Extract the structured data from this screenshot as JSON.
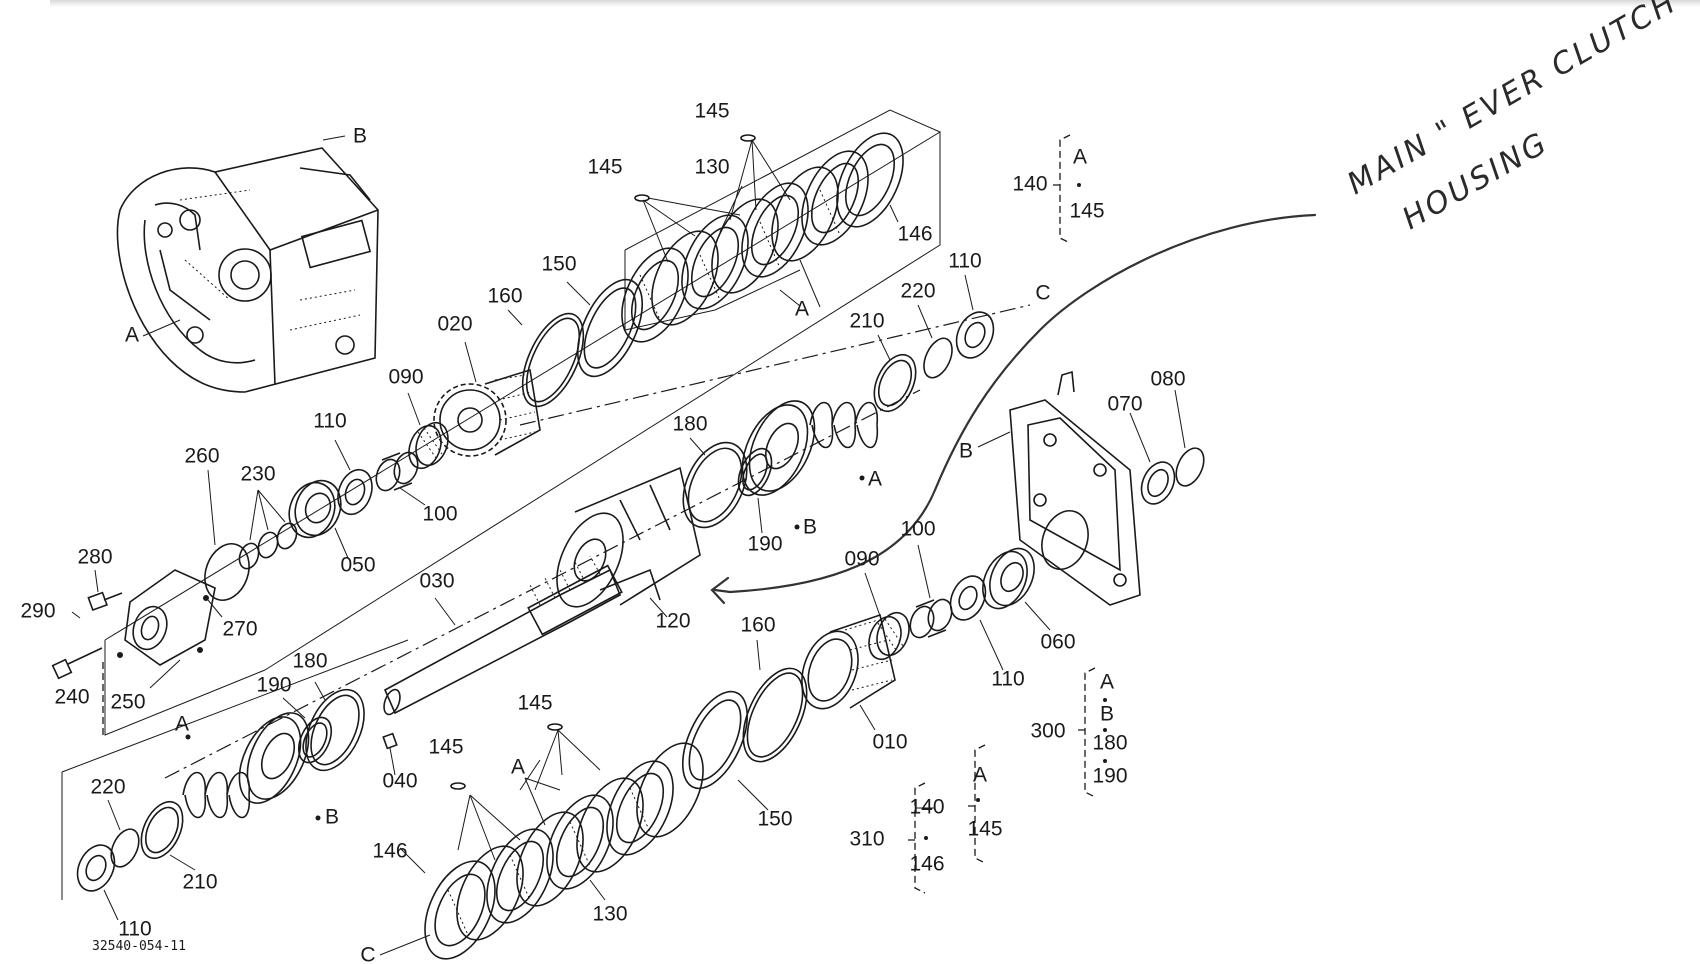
{
  "labels": {
    "l020": "020",
    "l160a": "160",
    "l150a": "150",
    "l090a": "090",
    "l110a": "110",
    "l145a": "145",
    "l130a": "130",
    "l145b": "145",
    "l146a": "146",
    "l140a": "140",
    "lAa": "A",
    "l145c": "145",
    "lA_b": "A",
    "lB_top": "B",
    "lA_housing": "A",
    "l220a": "220",
    "l110b": "110",
    "lC_top": "C",
    "l210a": "210",
    "l260": "260",
    "l230": "230",
    "l100a": "100",
    "l050": "050",
    "l180a": "180",
    "l190a": "190",
    "lB_mid": "B",
    "lA_mid": "A",
    "lB_plate": "B",
    "l070": "070",
    "l080": "080",
    "l280": "280",
    "l290": "290",
    "l270": "270",
    "l240": "240",
    "l250": "250",
    "l030": "030",
    "l120": "120",
    "l100b": "100",
    "l090b": "090",
    "l110c": "110",
    "l060": "060",
    "l160b": "160",
    "l010": "010",
    "l180b": "180",
    "l190b": "190",
    "lA_low": "A",
    "lB_low": "B",
    "l040": "040",
    "l220b": "220",
    "l210b": "210",
    "l110d": "110",
    "l145d": "145",
    "l145e": "145",
    "lA_low2": "A",
    "l150b": "150",
    "l146b": "146",
    "l130b": "130",
    "lC_low": "C",
    "l300": "300",
    "lA300": "A",
    "lB300": "B",
    "l180c": "180",
    "l190c": "190",
    "l310": "310",
    "l140b": "140",
    "l146c": "146",
    "lA310": "A",
    "l145f": "145"
  },
  "drawing_code": "32540-054-11",
  "handwritten": {
    "line1": "MAIN \" EVER CLUTCH \"",
    "line2": "HOUSING"
  }
}
